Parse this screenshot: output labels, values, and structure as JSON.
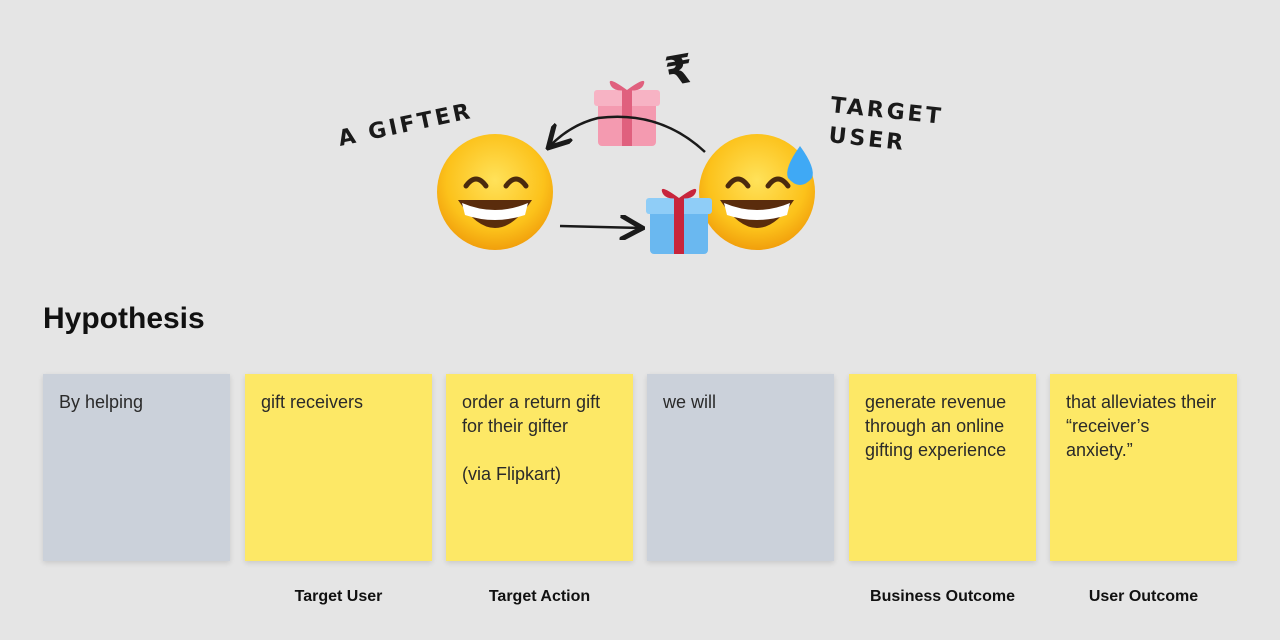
{
  "illustration": {
    "gifter_label": "A GIFTER",
    "target_label_line1": "TARGET",
    "target_label_line2": "USER",
    "currency_symbol": "₹"
  },
  "title": "Hypothesis",
  "notes": [
    {
      "text": "By helping",
      "color": "grey",
      "caption": ""
    },
    {
      "text": "gift receivers",
      "color": "yellow",
      "caption": "Target User"
    },
    {
      "text": "order a return gift for their gifter\n\n(via Flipkart)",
      "color": "yellow",
      "caption": "Target Action"
    },
    {
      "text": "we will",
      "color": "grey",
      "caption": ""
    },
    {
      "text": "generate revenue through an online gifting experience",
      "color": "yellow",
      "caption": "Business Outcome"
    },
    {
      "text": "that alleviates their “receiver’s anxiety.”",
      "color": "yellow",
      "caption": "User Outcome"
    }
  ],
  "colors": {
    "grey_note": "#cbd1da",
    "yellow_note": "#fde866",
    "background": "#e5e5e5"
  }
}
